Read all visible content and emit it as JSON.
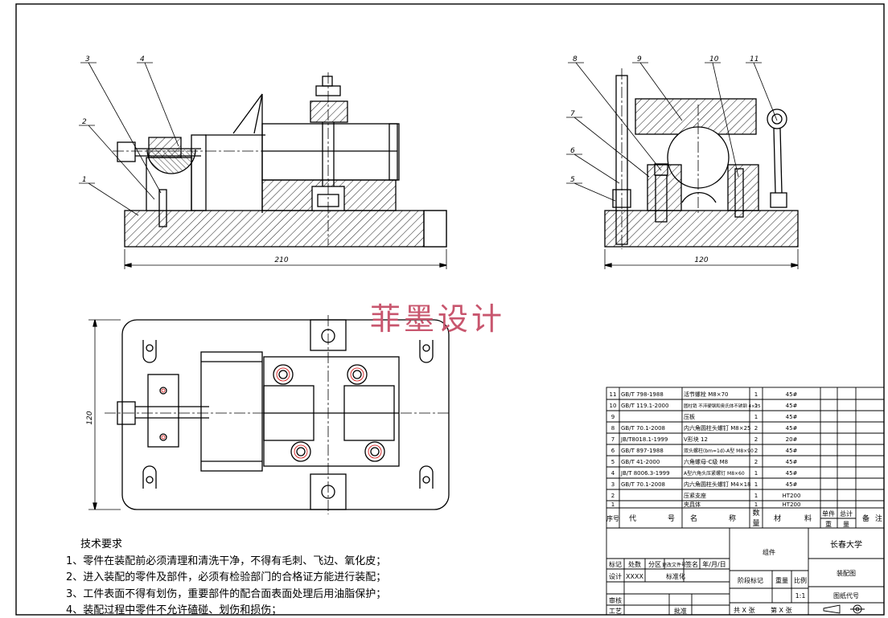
{
  "watermark": "菲墨设计",
  "dimensions": {
    "front_width": "210",
    "side_width": "120",
    "plan_height": "120"
  },
  "leaders": {
    "front": [
      "3",
      "4",
      "2",
      "1"
    ],
    "side": [
      "8",
      "9",
      "10",
      "11",
      "7",
      "6",
      "5"
    ]
  },
  "notes": {
    "title": "技术要求",
    "items": [
      "1、零件在装配前必须清理和清洗干净，不得有毛刺、飞边、氧化皮；",
      "2、进入装配的零件及部件，必须有检验部门的合格证方能进行装配；",
      "3、工件表面不得有划伤，重要部件的配合面表面处理后用油脂保护；",
      "4、装配过程中零件不允许磕碰、划伤和损伤；"
    ]
  },
  "bom": {
    "rows": [
      {
        "no": "11",
        "code": "GB/T 798-1988",
        "name": "活节螺栓 M8×70",
        "qty": "1",
        "mat": "45#"
      },
      {
        "no": "10",
        "code": "GB/T 119.1-2000",
        "name": "圆柱销 不淬硬钢和奥氏体不锈钢 4×25",
        "qty": "1",
        "mat": "45#"
      },
      {
        "no": "9",
        "code": "",
        "name": "压板",
        "qty": "1",
        "mat": "45#"
      },
      {
        "no": "8",
        "code": "GB/T 70.1-2008",
        "name": "内六角圆柱头螺钉 M8×25",
        "qty": "2",
        "mat": "45#"
      },
      {
        "no": "7",
        "code": "JB/T8018.1-1999",
        "name": "V形块 12",
        "qty": "2",
        "mat": "20#"
      },
      {
        "no": "6",
        "code": "GB/T 897-1988",
        "name": "双头螺柱(bm=1d)-A型 M8×90",
        "qty": "2",
        "mat": "45#"
      },
      {
        "no": "5",
        "code": "GB/T 41-2000",
        "name": "六角螺母-C级 M8",
        "qty": "2",
        "mat": "45#"
      },
      {
        "no": "4",
        "code": "JB/T 8006.3-1999",
        "name": "A型六角头压紧螺钉 M8×60",
        "qty": "1",
        "mat": "45#"
      },
      {
        "no": "3",
        "code": "GB/T 70.1-2008",
        "name": "内六角圆柱头螺钉 M4×18",
        "qty": "1",
        "mat": "45#"
      },
      {
        "no": "2",
        "code": "",
        "name": "压紧支座",
        "qty": "1",
        "mat": "HT200"
      },
      {
        "no": "1",
        "code": "",
        "name": "夹具体",
        "qty": "1",
        "mat": "HT200"
      }
    ],
    "header": {
      "no": "序号",
      "code": [
        "代",
        "号"
      ],
      "name": [
        "名",
        "称"
      ],
      "qty": [
        "数",
        "量"
      ],
      "mat": [
        "材",
        "料"
      ],
      "unit_w": [
        "单件",
        "重"
      ],
      "total_w": [
        "总计",
        "量"
      ],
      "remark": [
        "备",
        "注"
      ]
    }
  },
  "title_block": {
    "university": "长春大学",
    "zujian": "组件",
    "drawing_name": "装配图",
    "drawing_code_label": "图纸代号",
    "scale": "1:1",
    "stage_mark": "阶段标记",
    "weight": "重量",
    "ratio": "比例",
    "sheets_total": "共  X  张",
    "sheet_no": "第  X  张",
    "rev": {
      "mark": "标记",
      "count": "处数",
      "div": "分区",
      "doc": "更改文件号",
      "sign": "签名",
      "date": "年/月/日"
    },
    "roles": {
      "design": "设计",
      "designer": "XXXX",
      "std": "标准化",
      "review": "审核",
      "process": "工艺",
      "approve": "批准"
    }
  }
}
